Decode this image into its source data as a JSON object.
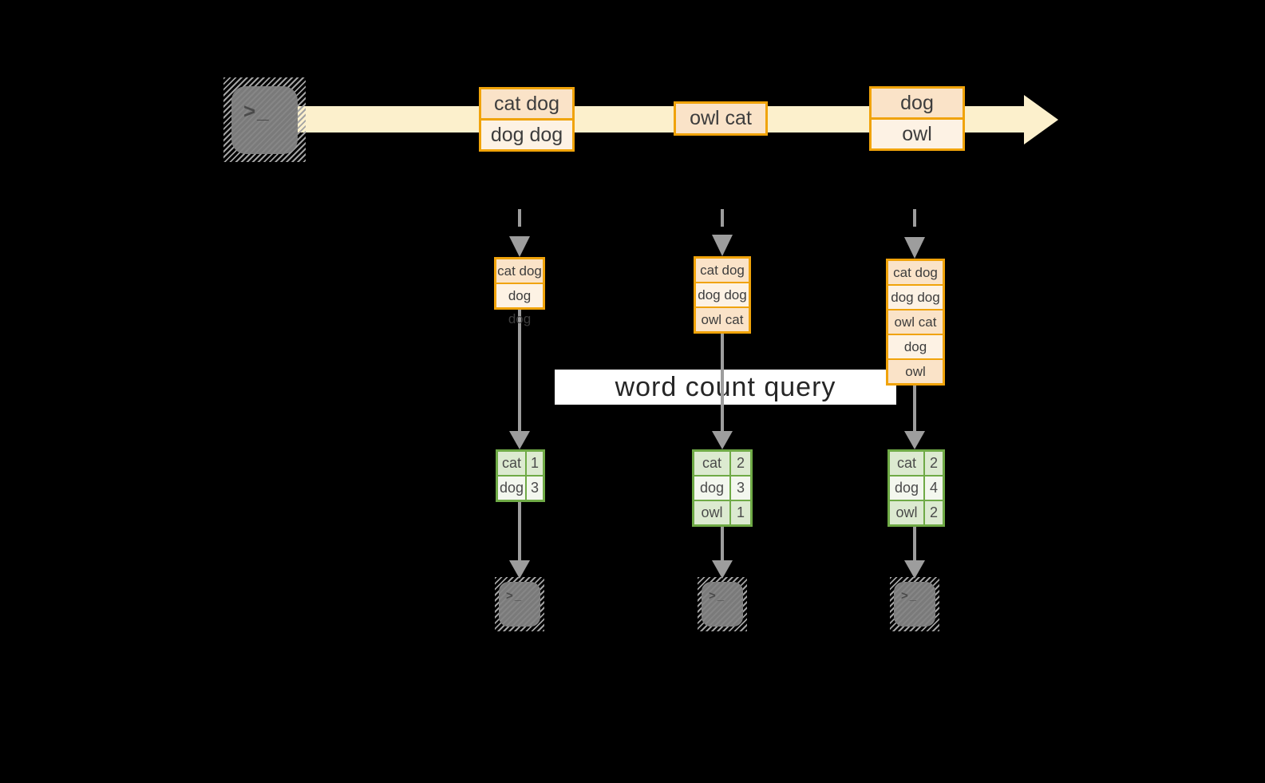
{
  "colors": {
    "background": "#000000",
    "stream_band": "#fcf0cc",
    "event_border": "#f0a30a",
    "event_fill_peach": "#fae3c8",
    "event_fill_cream": "#fdf2e4",
    "count_border": "#6faa46",
    "count_fill_green": "#dcead0",
    "count_fill_pale": "#f3f7ee",
    "arrow_gray": "#9d9d9d",
    "terminal_gray": "#7f7f7f",
    "query_band": "#ffffff"
  },
  "source_terminal": {
    "glyph": ">_"
  },
  "stream_events": [
    {
      "rows": [
        "cat dog",
        "dog dog"
      ]
    },
    {
      "rows": [
        "owl cat"
      ]
    },
    {
      "rows": [
        "dog",
        "owl"
      ]
    }
  ],
  "query_label": "word count query",
  "columns": [
    {
      "buffer": [
        "cat dog",
        "dog dog"
      ],
      "counts": [
        [
          "cat",
          "1"
        ],
        [
          "dog",
          "3"
        ]
      ],
      "terminal_glyph": ">_"
    },
    {
      "buffer": [
        "cat dog",
        "dog dog",
        "owl cat"
      ],
      "counts": [
        [
          "cat",
          "2"
        ],
        [
          "dog",
          "3"
        ],
        [
          "owl",
          "1"
        ]
      ],
      "terminal_glyph": ">_"
    },
    {
      "buffer": [
        "cat dog",
        "dog dog",
        "owl cat",
        "dog",
        "owl"
      ],
      "counts": [
        [
          "cat",
          "2"
        ],
        [
          "dog",
          "4"
        ],
        [
          "owl",
          "2"
        ]
      ],
      "terminal_glyph": ">_"
    }
  ]
}
